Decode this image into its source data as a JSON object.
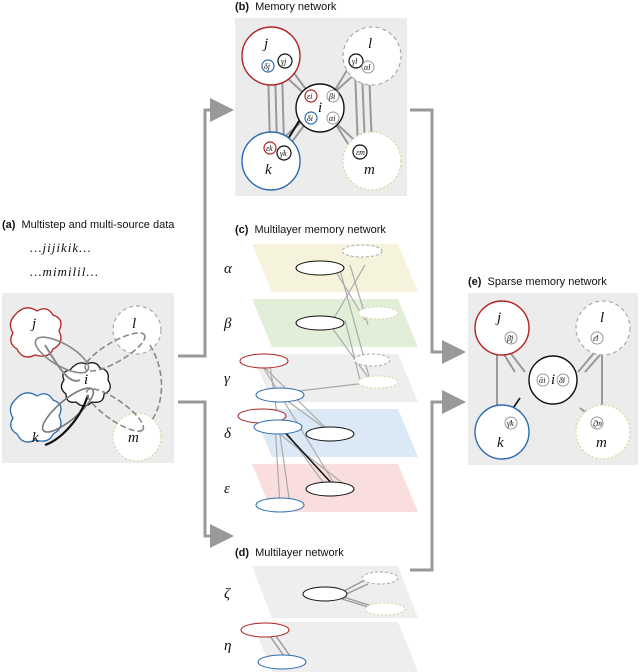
{
  "panels": {
    "a": {
      "tag": "(a)",
      "title": "Multistep and multi-source data",
      "seq1": "…jijikik…",
      "seq2": "…mimilil…"
    },
    "b": {
      "tag": "(b)",
      "title": "Memory network"
    },
    "c": {
      "tag": "(c)",
      "title": "Multilayer memory network"
    },
    "d": {
      "tag": "(d)",
      "title": "Multilayer network"
    },
    "e": {
      "tag": "(e)",
      "title": "Sparse memory network"
    }
  },
  "nodes": {
    "i": "i",
    "j": "j",
    "k": "k",
    "l": "l",
    "m": "m"
  },
  "layers": {
    "alpha": "α",
    "beta": "β",
    "gamma": "γ",
    "delta": "δ",
    "epsilon": "ε",
    "zeta": "ζ",
    "eta": "η"
  },
  "memory_labels": {
    "gamma_j": "γj",
    "delta_j": "δj",
    "gamma_l": "γl",
    "alpha_l": "αl",
    "epsilon_i": "εi",
    "beta_i": "βi",
    "delta_i": "δi",
    "alpha_i": "αi",
    "epsilon_k": "εk",
    "gamma_k": "γk",
    "epsilon_m": "εm",
    "sb_beta_j": "β̄j",
    "sb_eps_l": "ε̄l",
    "sb_alpha_i": "ᾱi",
    "sb_delta_i": "δ̄i",
    "sb_gamma_k": "γ̄k",
    "sb_zeta_m": "ζ̄m"
  },
  "colors": {
    "j": "#b22222",
    "k": "#2b6cb0",
    "l": "#9a9a9a",
    "m": "#c8c87a",
    "i": "#111111",
    "panel_bg": "#ececec",
    "arrow": "#999999",
    "layer_alpha": "#f5f3dc",
    "layer_beta": "#e3eed9",
    "layer_gamma": "#eeeeee",
    "layer_delta": "#dbe9f6",
    "layer_epsilon": "#f9dedd"
  }
}
